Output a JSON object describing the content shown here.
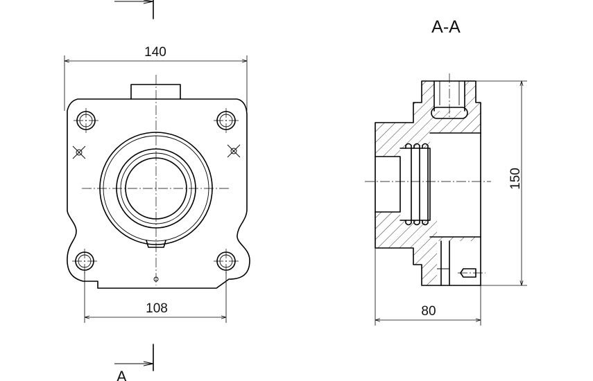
{
  "section_title": "A-A",
  "section_marker_bottom": "A",
  "front_view": {
    "dim_top_width": "140",
    "dim_bottom_width": "108"
  },
  "section_view": {
    "dim_height": "150",
    "dim_length": "80"
  }
}
